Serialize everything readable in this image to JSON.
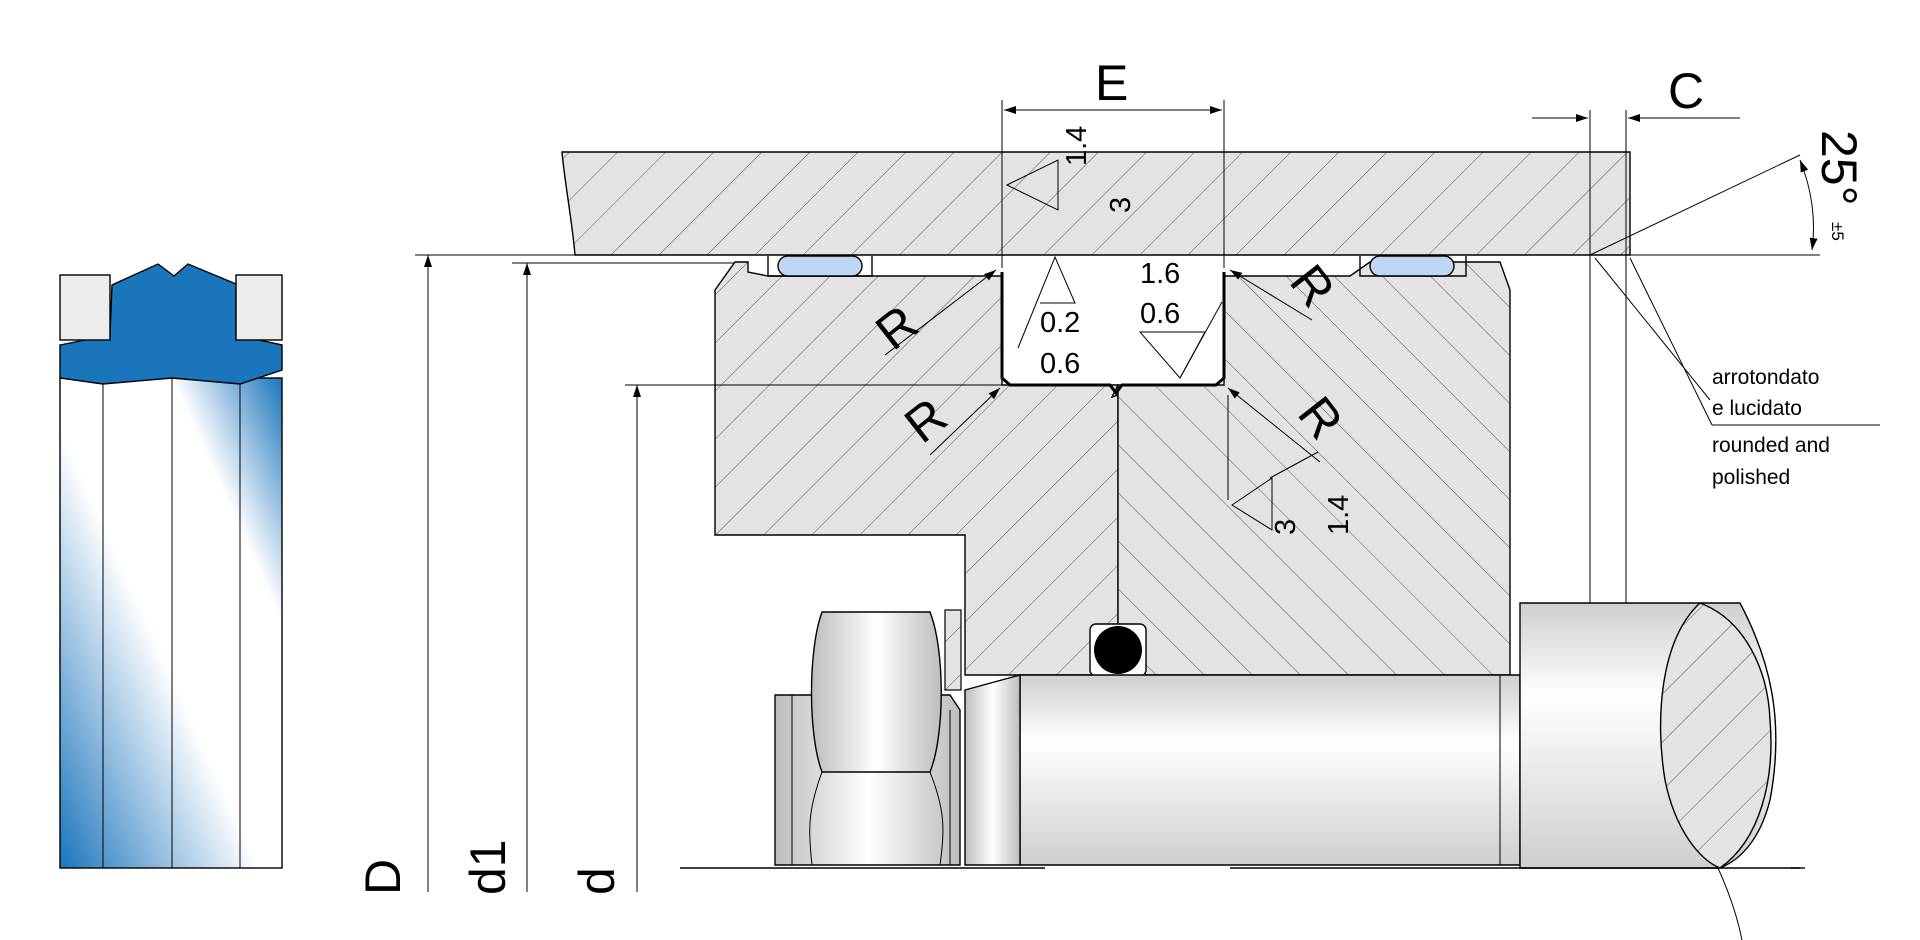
{
  "labels": {
    "E": "E",
    "C": "C",
    "D": "D",
    "d1": "d1",
    "d": "d",
    "R": "R",
    "angle": "25°",
    "angle_tol": "±5"
  },
  "surface_values": {
    "top_upper": "1.4",
    "top_lower": "3",
    "groove_left_upper": "0.2",
    "groove_left_lower": "0.6",
    "groove_right_upper": "1.6",
    "groove_right_lower": "0.6",
    "bottom_right_upper": "1.4",
    "bottom_right_lower": "3"
  },
  "notes": {
    "it_line1": "arrotondato",
    "it_line2": "e lucidato",
    "en_line1": "rounded and",
    "en_line2": "polished"
  },
  "colors": {
    "seal_blue": "#1b75bb",
    "ring_blue": "#bcd7ef",
    "metal_gray": "#e3e3e3",
    "line": "#000000"
  }
}
